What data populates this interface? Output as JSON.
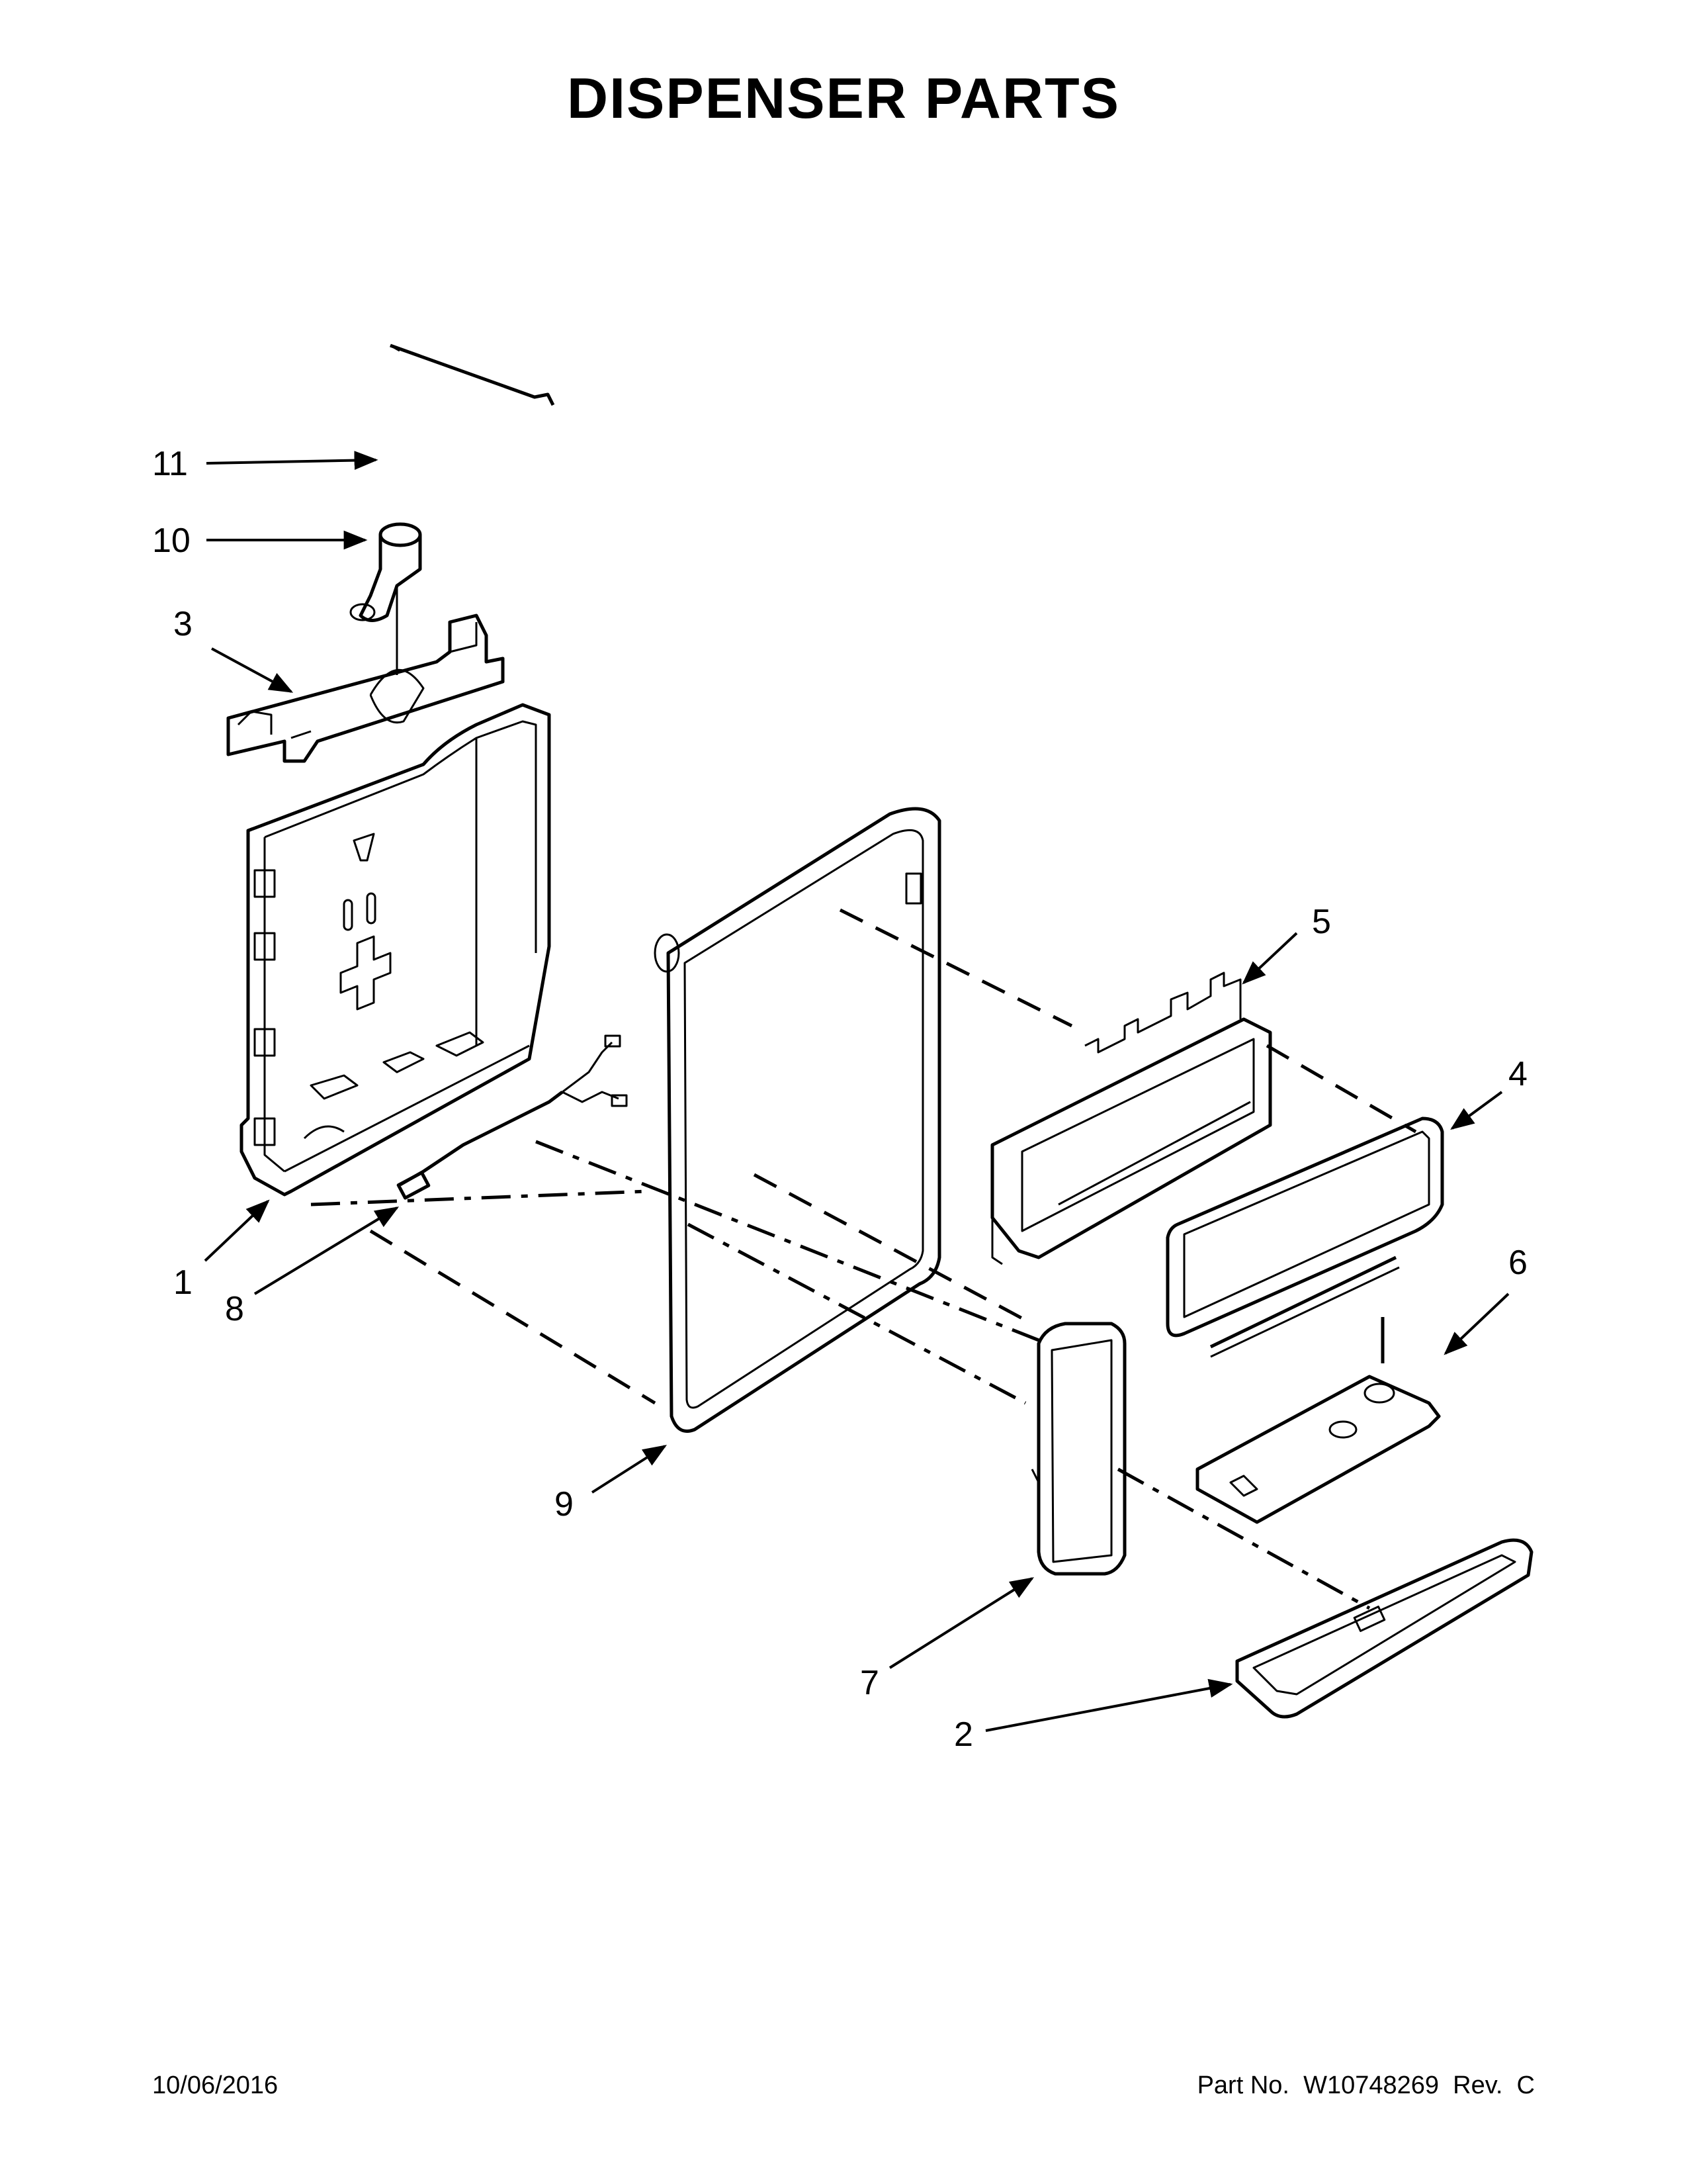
{
  "title": "DISPENSER PARTS",
  "callouts": [
    {
      "id": "11",
      "label": "11"
    },
    {
      "id": "10",
      "label": "10"
    },
    {
      "id": "3",
      "label": "3"
    },
    {
      "id": "5",
      "label": "5"
    },
    {
      "id": "4",
      "label": "4"
    },
    {
      "id": "1",
      "label": "1"
    },
    {
      "id": "8",
      "label": "8"
    },
    {
      "id": "6",
      "label": "6"
    },
    {
      "id": "9",
      "label": "9"
    },
    {
      "id": "7",
      "label": "7"
    },
    {
      "id": "2",
      "label": "2"
    }
  ],
  "footer": {
    "date": "10/06/2016",
    "part_number": "Part No.  W10748269  Rev.  C"
  }
}
